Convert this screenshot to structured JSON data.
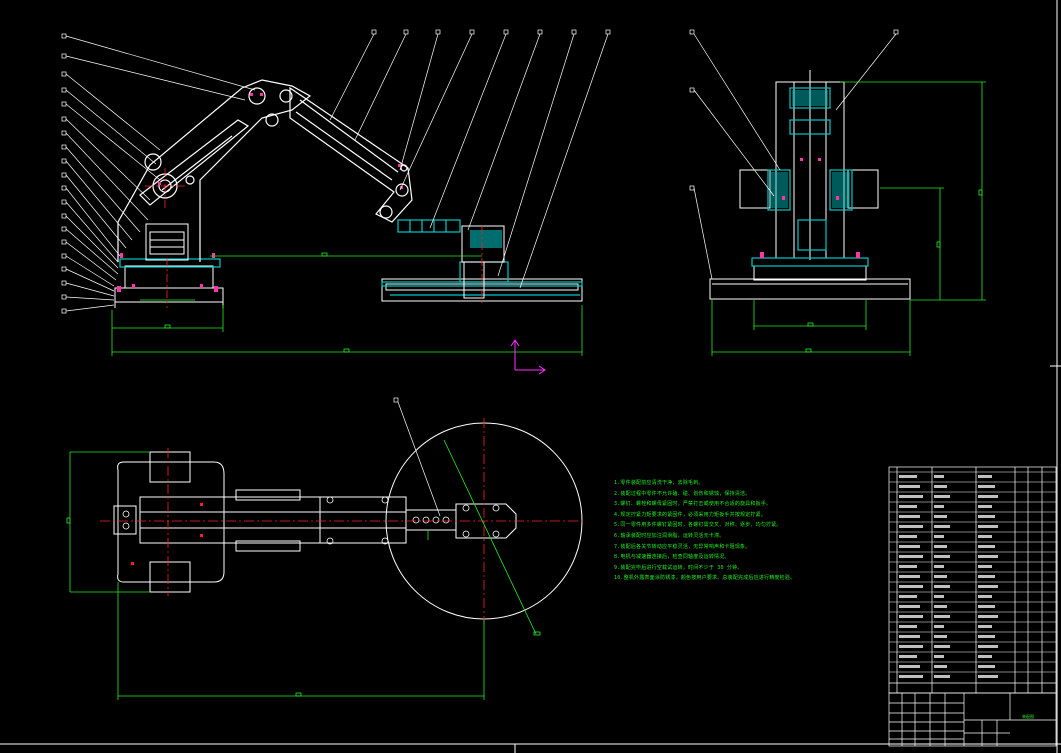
{
  "drawing": {
    "type": "robotic-arm-assembly-cad",
    "background": "#000000",
    "colors": {
      "outline": "#ffffff",
      "dimension": "#22ee22",
      "section": "#00c8c8",
      "center_line": "#ff2020",
      "leader": "#ffffff",
      "ucs": "#ff30ff",
      "fastener": "#ff33aa"
    },
    "views": [
      "front-view",
      "side-view",
      "top-view"
    ]
  },
  "notes": {
    "lines": [
      "1.零件装配前应清洗干净，去除毛刺。",
      "2.装配过程中零件不允许磕、碰、划伤和锈蚀，保持清洁。",
      "3.螺钉、螺栓和螺母紧固时，严禁打击或使用不合适的旋具和扳手。",
      "4.规定拧紧力矩要求的紧固件，必须采用力矩扳手并按规定拧紧。",
      "5.同一零件用多件螺钉紧固时，各螺钉需交叉、对称、逐步、均匀拧紧。",
      "6.轴承装配时应加注润滑脂，运转灵活无卡滞。",
      "7.装配后各关节转动应平稳灵活，无异常响声和卡阻现象。",
      "8.电机与减速器连接后，检查同轴度及运转情况。",
      "9.装配完毕后进行空载试运转，时间不少于 30 分钟。",
      "10.整机外露表面涂防锈漆，颜色按用户要求。总装配完成后应进行精度检验。"
    ]
  },
  "title_block": {
    "label": "装配图"
  }
}
